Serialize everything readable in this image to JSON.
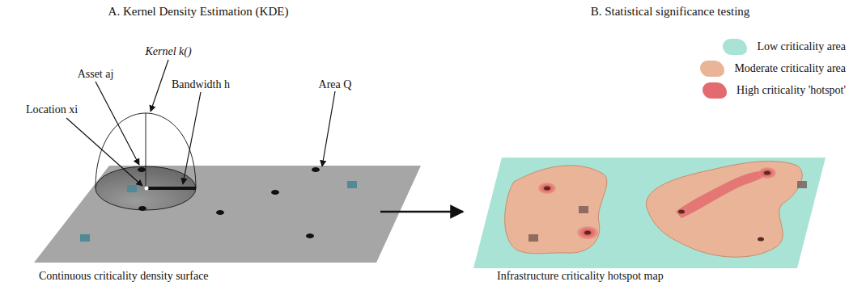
{
  "diagram": {
    "labels": [
      "A. Kernel Density Estimation (KDE)",
      "B. Statistical significance testing",
      "Kernel k()",
      "Asset aj",
      "Location xi",
      "Bandwidth h",
      "Area Q",
      "Continuous criticality density surface",
      "Infrastructure criticality hotspot map"
    ],
    "legend": [
      {
        "text": "Low criticality area",
        "color": "#a9e3d6"
      },
      {
        "text": "Moderate criticality area",
        "color": "#e9b497"
      },
      {
        "text": "High criticality 'hotspot'",
        "color": "#e36b6f"
      }
    ]
  }
}
